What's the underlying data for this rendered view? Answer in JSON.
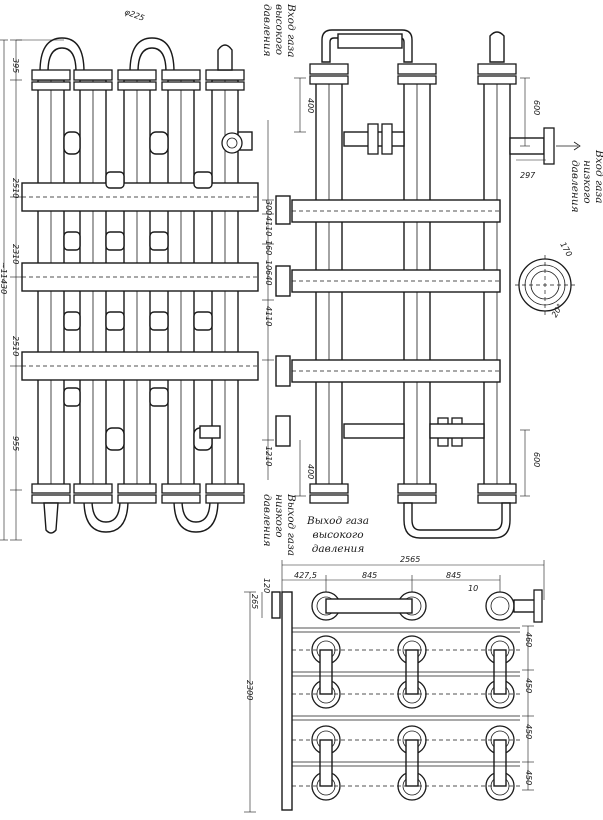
{
  "labels": {
    "inlet_high": [
      "Вход газа",
      "высокого",
      "давления"
    ],
    "outlet_low": [
      "Выход газа",
      "низкого",
      "давления"
    ],
    "inlet_low": [
      "Вход газа",
      "низкого",
      "давления"
    ],
    "outlet_high": [
      "Выход газа",
      "высокого",
      "давления"
    ]
  },
  "dimensions": {
    "left": {
      "d395": "395",
      "d2510a": "2510",
      "d2310": "2310",
      "d2510b": "2510",
      "d955": "955",
      "d11430": "~11430"
    },
    "top_left": {
      "phi225": "φ225"
    },
    "middle": {
      "d300": "300",
      "d4110a": "4110",
      "d160": "160",
      "d10640": "10640",
      "d4110b": "4110",
      "d1210": "1210"
    },
    "right_elev": {
      "d400a": "400",
      "d600a": "600",
      "d297": "297",
      "d400b": "400",
      "d600b": "600",
      "d170": "170",
      "d20": "20°"
    },
    "plan": {
      "d2565": "2565",
      "d4275": "427,5",
      "d845a": "845",
      "d845b": "845",
      "d10": "10",
      "d120": "120",
      "d265": "265",
      "d2300": "2300",
      "d460": "460",
      "d450a": "450",
      "d450b": "450",
      "d450c": "450"
    }
  }
}
